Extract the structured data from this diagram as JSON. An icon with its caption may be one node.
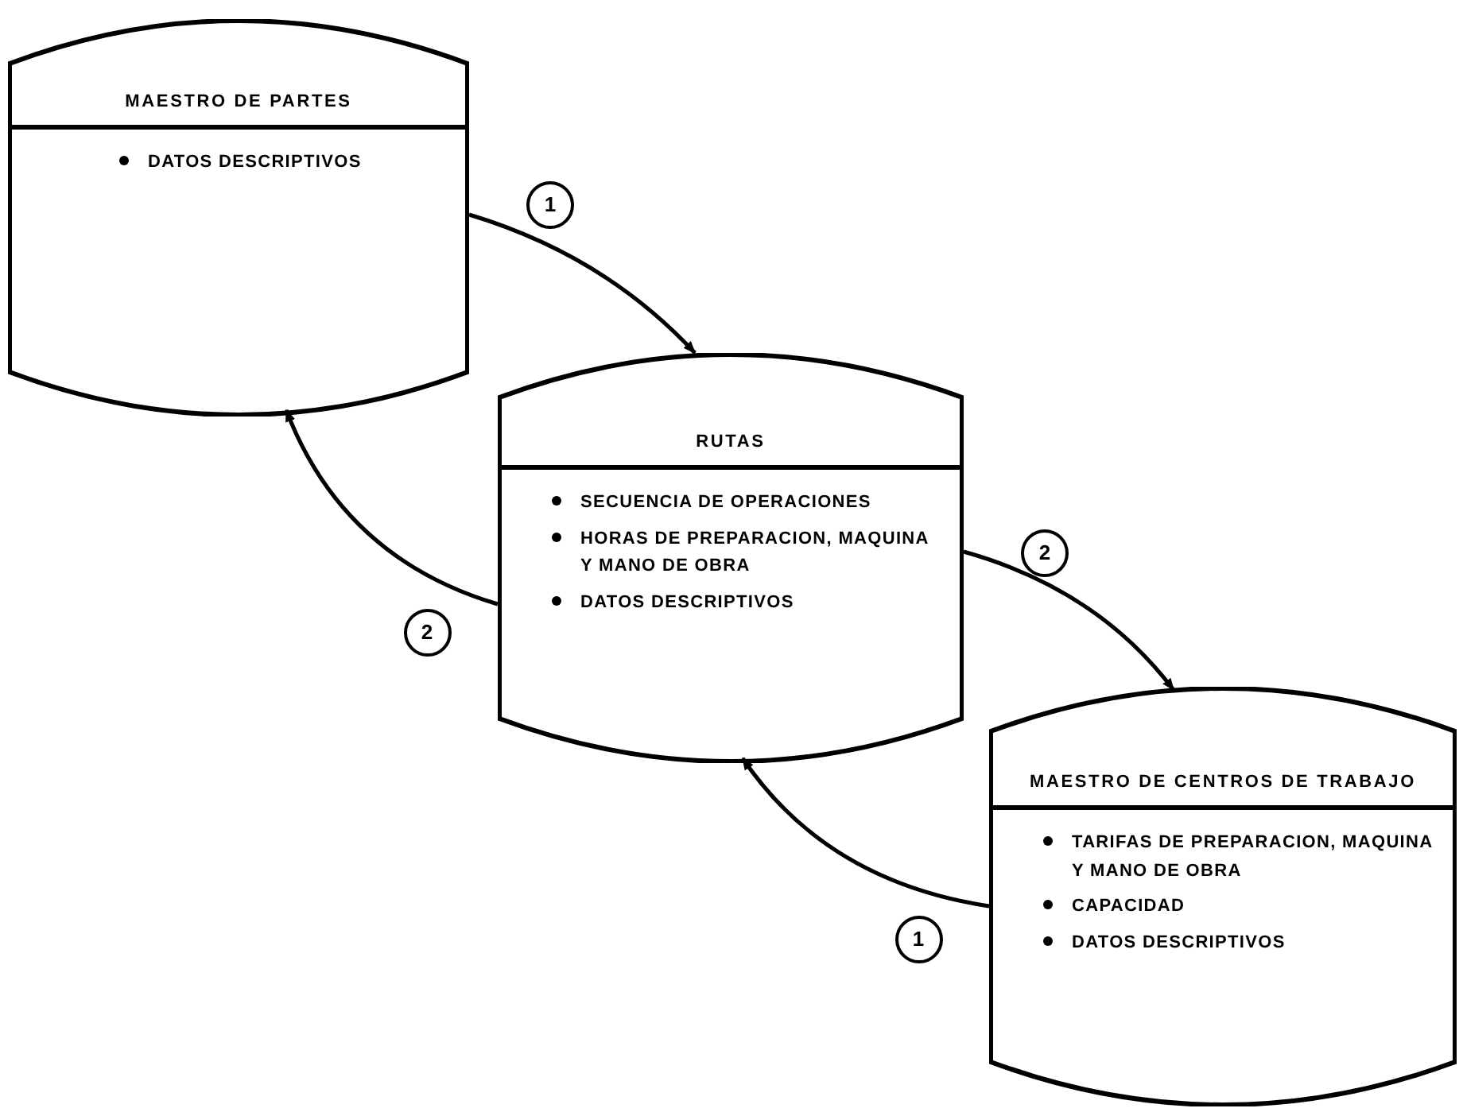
{
  "diagram": {
    "nodes": [
      {
        "text": [
          "MAESTRO DE PARTES",
          "DATOS DESCRIPTIVOS"
        ]
      },
      {
        "text": [
          "RUTAS",
          "SECUENCIA DE OPERACIONES",
          "HORAS DE PREPARACION, MAQUINA Y MANO DE OBRA",
          "DATOS DESCRIPTIVOS"
        ]
      },
      {
        "text": [
          "MAESTRO DE CENTROS DE TRABAJO",
          "TARIFAS DE PREPARACION, MAQUINA Y MANO DE OBRA",
          "CAPACIDAD",
          "DATOS DESCRIPTIVOS"
        ]
      }
    ],
    "edges": [
      {
        "from": 0,
        "to": 1,
        "arrow": "to",
        "label": "1"
      },
      {
        "from": 1,
        "to": 0,
        "arrow": "to",
        "label": "2"
      },
      {
        "from": 1,
        "to": 2,
        "arrow": "to",
        "label": "2"
      },
      {
        "from": 2,
        "to": 1,
        "arrow": "to",
        "label": "1"
      }
    ]
  }
}
